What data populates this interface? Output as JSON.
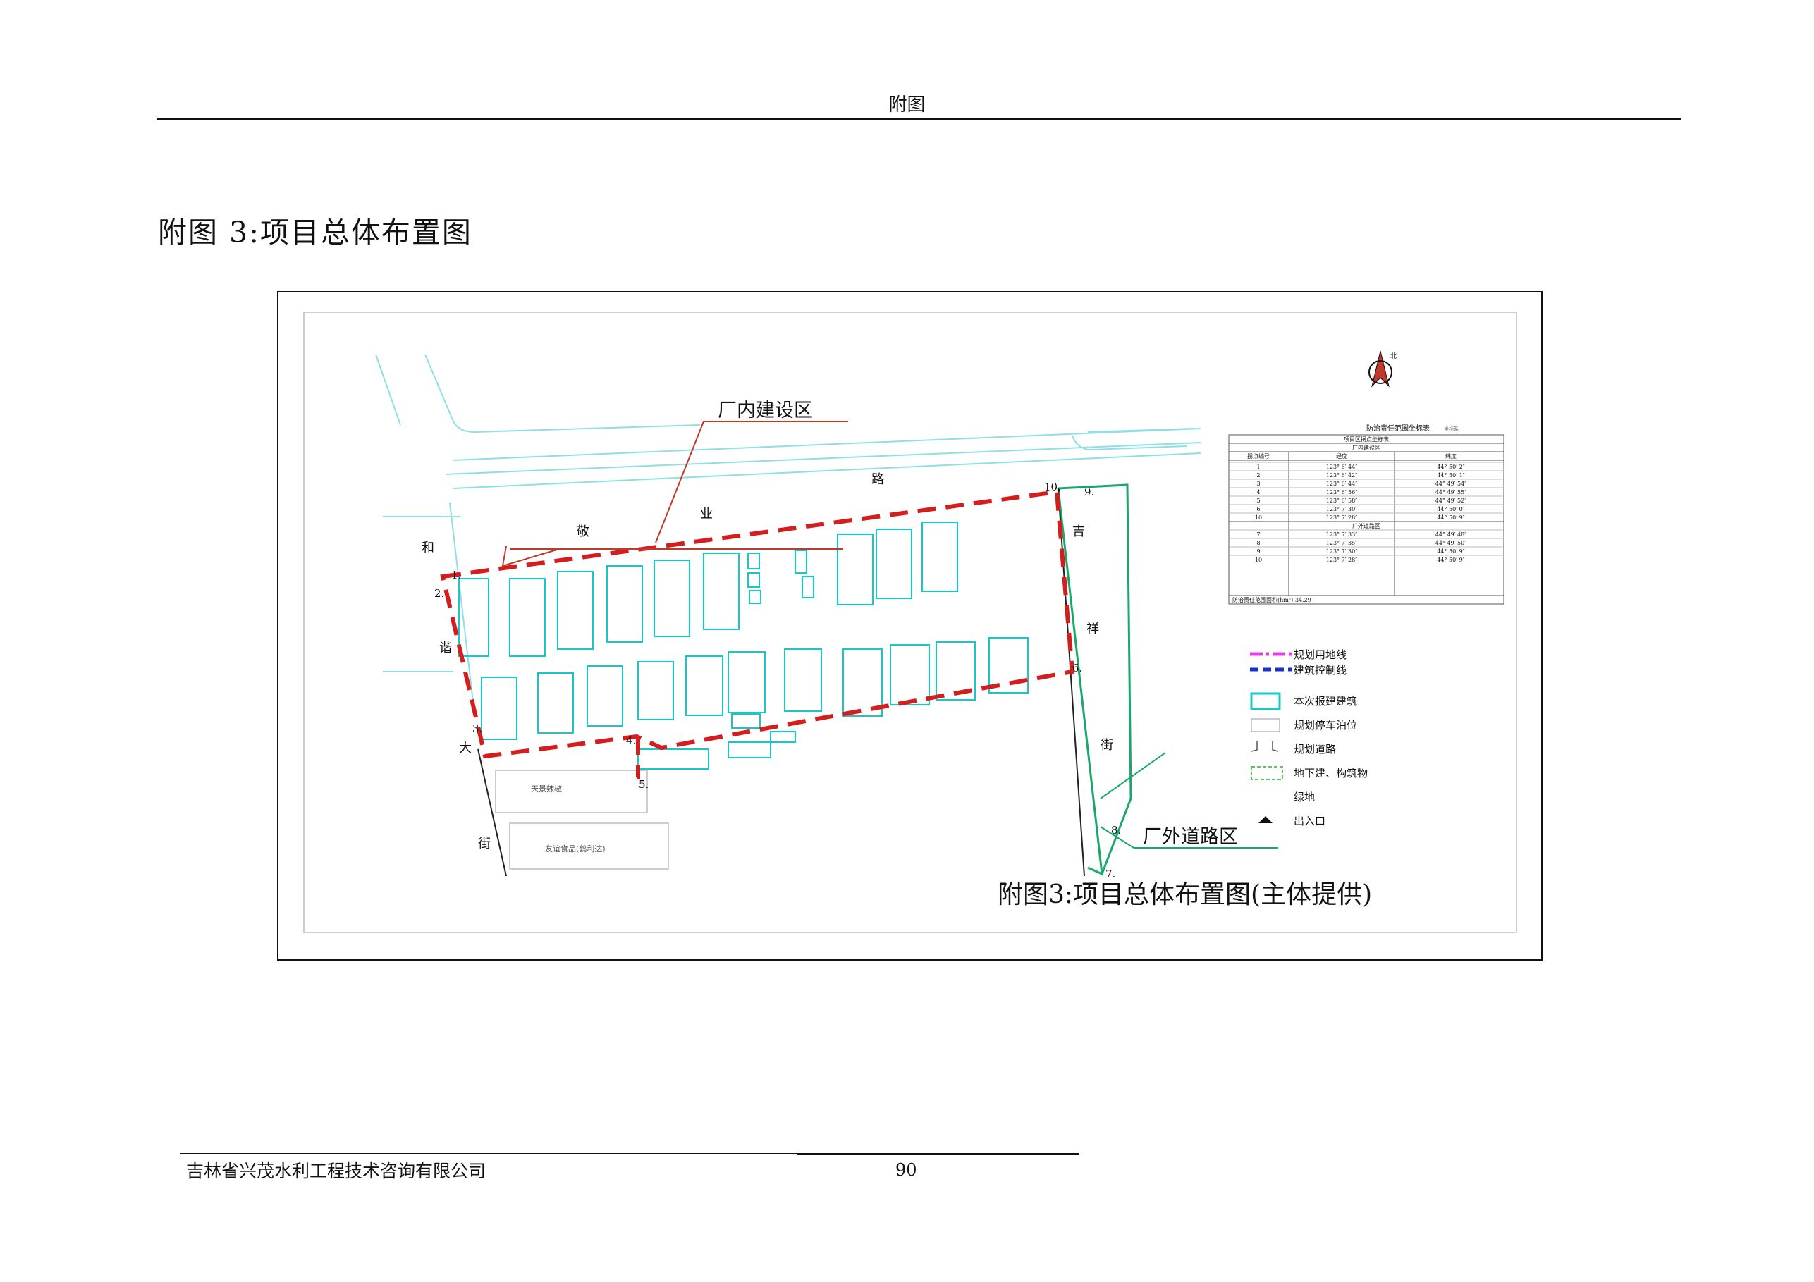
{
  "header": {
    "title": "附图"
  },
  "figure": {
    "caption": "附图 3:项目总体布置图",
    "inner_caption": "附图3:项目总体布置图(主体提供)",
    "callout_inner": "厂内建设区",
    "callout_outer": "厂外道路区",
    "north_label": "北",
    "roads": {
      "top_chars": [
        "路",
        "业",
        "敬",
        "和"
      ],
      "left_chars": [
        "谐",
        "大",
        "街"
      ],
      "right_chars": [
        "吉",
        "祥",
        "街"
      ]
    },
    "points": [
      "1.",
      "2.",
      "3.",
      "4.",
      "5.",
      "6.",
      "7.",
      "8.",
      "9.",
      "10."
    ],
    "zone_labels": [
      "天景辣椒",
      "友谊食品(鹤利达)"
    ],
    "coord_table": {
      "title": "防治责任范围坐标表",
      "note": "坐标系",
      "subtitle": "项目区拐点坐标表",
      "section1": "厂内建设区",
      "section2": "厂外道路区",
      "headers": [
        "拐点编号",
        "经度",
        "纬度"
      ],
      "rows_inner": [
        [
          "1",
          "123° 6′ 44″",
          "44° 50′ 2″"
        ],
        [
          "2",
          "123° 6′ 42″",
          "44° 50′ 1″"
        ],
        [
          "3",
          "123° 6′ 44″",
          "44° 49′ 54″"
        ],
        [
          "4",
          "123° 6′ 56″",
          "44° 49′ 55″"
        ],
        [
          "5",
          "123° 6′ 58″",
          "44° 49′ 52″"
        ],
        [
          "6",
          "123° 7′ 30″",
          "44° 50′ 0″"
        ],
        [
          "10",
          "123° 7′ 28″",
          "44° 50′ 9″"
        ]
      ],
      "rows_outer": [
        [
          "7",
          "123° 7′ 33″",
          "44° 49′ 48″"
        ],
        [
          "8",
          "123° 7′ 35″",
          "44° 49′ 50″"
        ],
        [
          "9",
          "123° 7′ 30″",
          "44° 50′ 9″"
        ],
        [
          "10",
          "123° 7′ 28″",
          "44° 50′ 9″"
        ]
      ],
      "footer": "防治责任范围面积(hm²):34.29"
    },
    "legend": [
      {
        "label": "规划用地线",
        "color": "#e040e0",
        "kind": "dashdot"
      },
      {
        "label": "建筑控制线",
        "color": "#1a2fd0",
        "kind": "dash"
      },
      {
        "label": "本次报建建筑",
        "color": "#16c8c8",
        "kind": "box"
      },
      {
        "label": "规划停车泊位",
        "color": "#999999",
        "kind": "thinbox"
      },
      {
        "label": "规划道路",
        "color": "#555555",
        "kind": "road"
      },
      {
        "label": "地下建、构筑物",
        "color": "#5ac85a",
        "kind": "dashbox"
      },
      {
        "label": "绿地",
        "color": "#cccccc",
        "kind": "blank"
      },
      {
        "label": "出入口",
        "color": "#111111",
        "kind": "triangle"
      }
    ],
    "colors": {
      "red_boundary": "#d41e1e",
      "green_boundary": "#1aa86a",
      "cyan_road": "#8fdfe6",
      "building": "#16c8c8"
    }
  },
  "footer": {
    "company": "吉林省兴茂水利工程技术咨询有限公司",
    "page": "90"
  }
}
